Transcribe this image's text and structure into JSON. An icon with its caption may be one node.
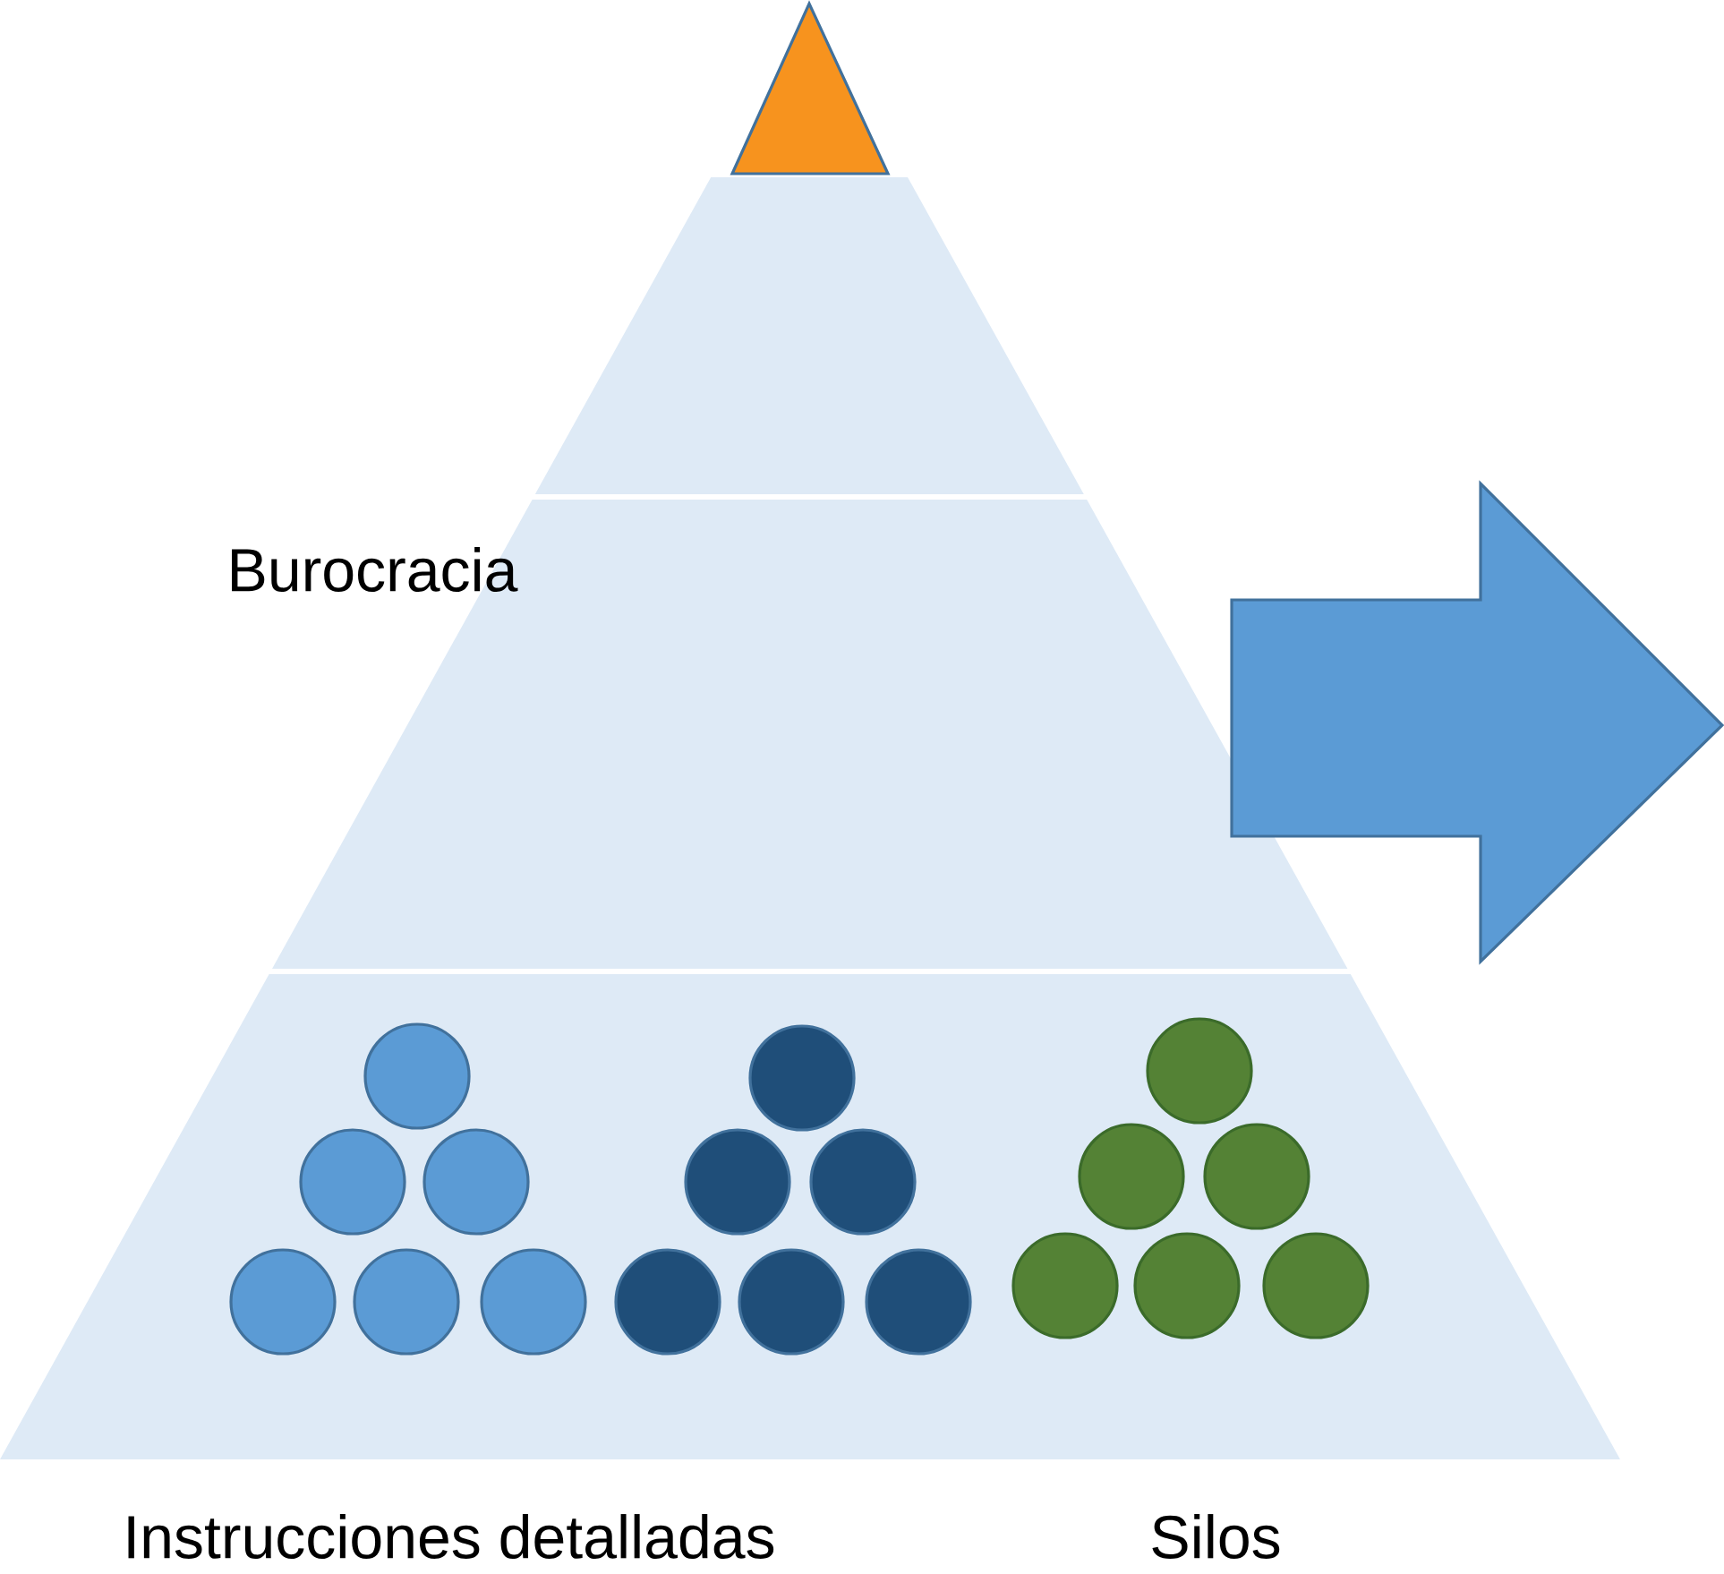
{
  "diagram": {
    "nodes": [
      {
        "text": [],
        "shape": "triangle"
      },
      {
        "text": [],
        "shape": "band"
      },
      {
        "text": [
          "Burocracia"
        ]
      },
      {
        "text": [],
        "shape": "band"
      },
      {
        "text": [],
        "shape": "circle",
        "in": 3
      },
      {
        "text": [],
        "shape": "circle",
        "in": 3
      },
      {
        "text": [],
        "shape": "circle",
        "in": 3
      },
      {
        "text": [],
        "shape": "circle",
        "in": 3
      },
      {
        "text": [],
        "shape": "circle",
        "in": 3
      },
      {
        "text": [],
        "shape": "circle",
        "in": 3
      },
      {
        "text": [],
        "shape": "circle",
        "in": 3
      },
      {
        "text": [],
        "shape": "circle",
        "in": 3
      },
      {
        "text": [],
        "shape": "circle",
        "in": 3
      },
      {
        "text": [],
        "shape": "circle",
        "in": 3
      },
      {
        "text": [],
        "shape": "circle",
        "in": 3
      },
      {
        "text": [],
        "shape": "circle",
        "in": 3
      },
      {
        "text": [],
        "shape": "circle",
        "in": 3
      },
      {
        "text": [],
        "shape": "circle",
        "in": 3
      },
      {
        "text": [],
        "shape": "circle",
        "in": 3
      },
      {
        "text": [],
        "shape": "circle",
        "in": 3
      },
      {
        "text": [],
        "shape": "circle",
        "in": 3
      },
      {
        "text": [],
        "shape": "circle",
        "in": 3
      }
    ],
    "labels": [
      "Instrucciones detalladas",
      "Silos"
    ]
  }
}
